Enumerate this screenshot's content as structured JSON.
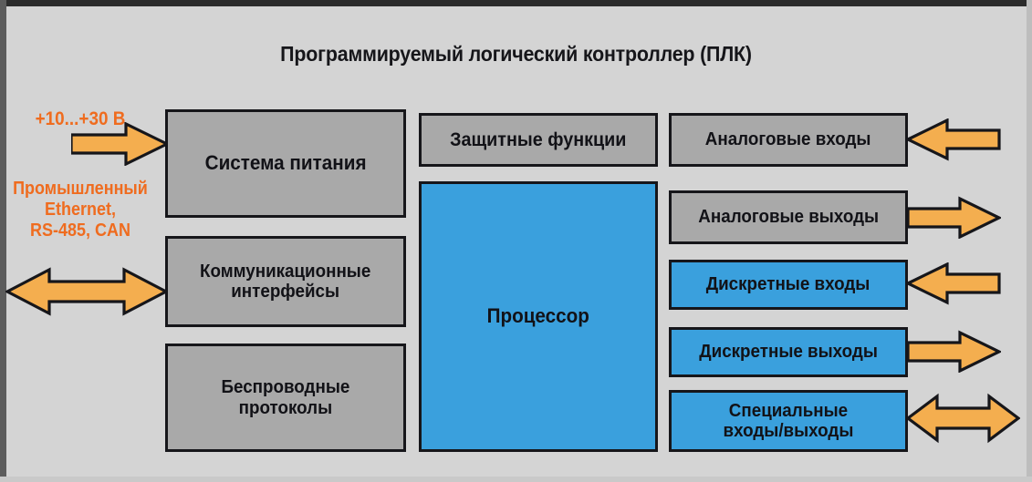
{
  "diagram": {
    "title": "Программируемый логический контроллер (ПЛК)",
    "colors": {
      "background": "#d4d4d4",
      "gray_block": "#a9a9a9",
      "blue_block": "#3aa0dd",
      "arrow": "#f4ae4f",
      "accent_text": "#ef6c1f",
      "outline": "#16161a"
    },
    "side_labels": [
      {
        "id": "power-supply-label",
        "text": "+10...+30 В"
      },
      {
        "id": "comm-label",
        "text": "Промышленный\nEthernet,\nRS-485, CAN"
      }
    ],
    "left_column": [
      {
        "id": "power-system",
        "label": "Система питания",
        "fill": "gray"
      },
      {
        "id": "communication-interfaces",
        "label": "Коммуникационные\nинтерфейсы",
        "fill": "gray"
      },
      {
        "id": "wireless-protocols",
        "label": "Беспроводные\nпротоколы",
        "fill": "gray"
      }
    ],
    "center_column": [
      {
        "id": "protective-functions",
        "label": "Защитные функции",
        "fill": "gray"
      },
      {
        "id": "processor",
        "label": "Процессор",
        "fill": "blue"
      }
    ],
    "right_column": [
      {
        "id": "analog-inputs",
        "label": "Аналоговые входы",
        "fill": "gray",
        "arrow": "left"
      },
      {
        "id": "analog-outputs",
        "label": "Аналоговые выходы",
        "fill": "gray",
        "arrow": "right"
      },
      {
        "id": "discrete-inputs",
        "label": "Дискретные входы",
        "fill": "blue",
        "arrow": "left"
      },
      {
        "id": "discrete-outputs",
        "label": "Дискретные выходы",
        "fill": "blue",
        "arrow": "right"
      },
      {
        "id": "special-io",
        "label": "Специальные\nвходы/выходы",
        "fill": "blue",
        "arrow": "both"
      }
    ]
  }
}
